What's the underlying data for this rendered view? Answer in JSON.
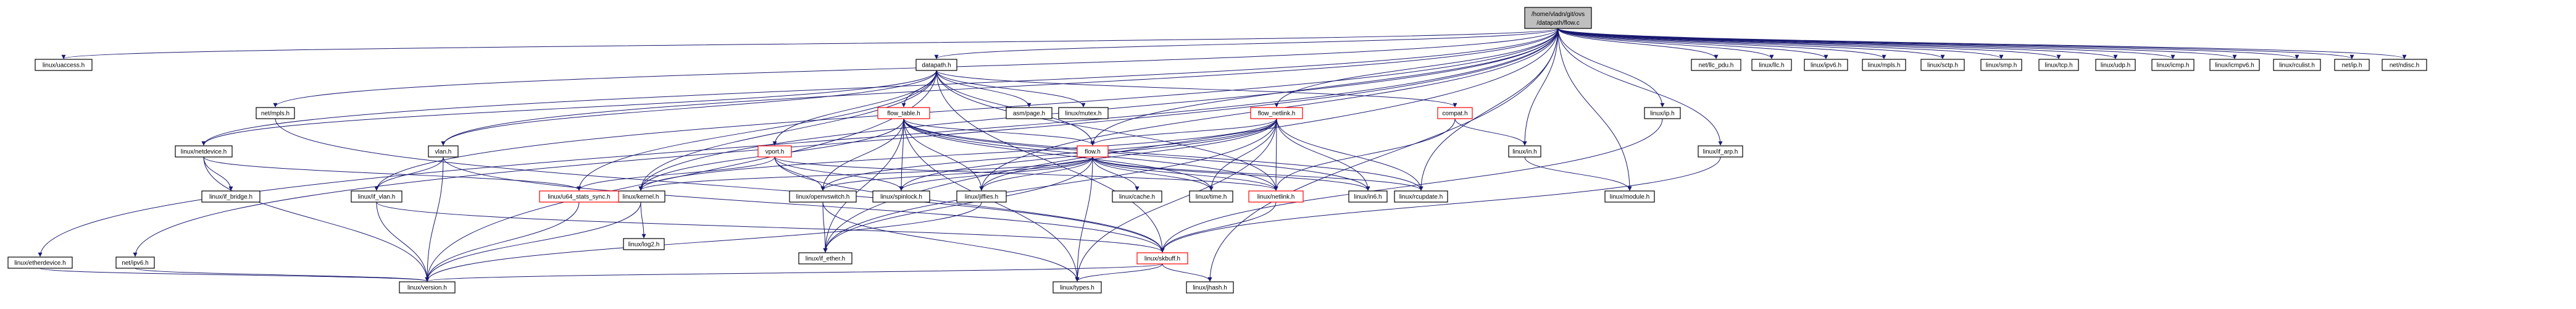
{
  "root": {
    "id": "flow_c",
    "label_lines": [
      "/home/vladn/git/ovs",
      "/datapath/flow.c"
    ]
  },
  "colors": {
    "edge": "#191970",
    "box_border": "#000000",
    "box_border_incomplete": "#ff0000",
    "root_fill": "#bfbfbf"
  },
  "nodes": [
    {
      "id": "uaccess",
      "label": "linux/uaccess.h"
    },
    {
      "id": "netdevice",
      "label": "linux/netdevice.h"
    },
    {
      "id": "etherdevice",
      "label": "linux/etherdevice.h"
    },
    {
      "id": "if_ether",
      "label": "linux/if_ether.h"
    },
    {
      "id": "if_vlan",
      "label": "linux/if_vlan.h"
    },
    {
      "id": "net_llc_pdu",
      "label": "net/llc_pdu.h"
    },
    {
      "id": "kernel",
      "label": "linux/kernel.h"
    },
    {
      "id": "jhash",
      "label": "linux/jhash.h"
    },
    {
      "id": "jiffies",
      "label": "linux/jiffies.h"
    },
    {
      "id": "llc",
      "label": "linux/llc.h"
    },
    {
      "id": "module",
      "label": "linux/module.h"
    },
    {
      "id": "in",
      "label": "linux/in.h"
    },
    {
      "id": "rcupdate",
      "label": "linux/rcupdate.h"
    },
    {
      "id": "if_arp",
      "label": "linux/if_arp.h"
    },
    {
      "id": "ip",
      "label": "linux/ip.h"
    },
    {
      "id": "ipv6",
      "label": "linux/ipv6.h"
    },
    {
      "id": "mpls",
      "label": "linux/mpls.h"
    },
    {
      "id": "sctp",
      "label": "linux/sctp.h"
    },
    {
      "id": "smp",
      "label": "linux/smp.h"
    },
    {
      "id": "tcp",
      "label": "linux/tcp.h"
    },
    {
      "id": "udp",
      "label": "linux/udp.h"
    },
    {
      "id": "icmp",
      "label": "linux/icmp.h"
    },
    {
      "id": "icmpv6",
      "label": "linux/icmpv6.h"
    },
    {
      "id": "rculist",
      "label": "linux/rculist.h"
    },
    {
      "id": "net_ip",
      "label": "net/ip.h"
    },
    {
      "id": "net_ipv6",
      "label": "net/ipv6.h"
    },
    {
      "id": "net_mpls",
      "label": "net/mpls.h"
    },
    {
      "id": "net_ndisc",
      "label": "net/ndisc.h"
    },
    {
      "id": "datapath",
      "label": "datapath.h"
    },
    {
      "id": "flow",
      "label": "flow.h",
      "incomplete": true
    },
    {
      "id": "flow_netlink",
      "label": "flow_netlink.h",
      "incomplete": true
    },
    {
      "id": "vlan",
      "label": "vlan.h"
    },
    {
      "id": "version",
      "label": "linux/version.h"
    },
    {
      "id": "skbuff",
      "label": "linux/skbuff.h",
      "incomplete": true
    },
    {
      "id": "types",
      "label": "linux/types.h"
    },
    {
      "id": "u64_stats_sync",
      "label": "linux/u64_stats_sync.h",
      "incomplete": true
    },
    {
      "id": "if_bridge",
      "label": "linux/if_bridge.h"
    },
    {
      "id": "log2",
      "label": "linux/log2.h"
    },
    {
      "id": "asm_page",
      "label": "asm/page.h"
    },
    {
      "id": "mutex",
      "label": "linux/mutex.h"
    },
    {
      "id": "netlink",
      "label": "linux/netlink.h",
      "incomplete": true
    },
    {
      "id": "openvswitch",
      "label": "linux/openvswitch.h"
    },
    {
      "id": "spinlock",
      "label": "linux/spinlock.h"
    },
    {
      "id": "in6",
      "label": "linux/in6.h"
    },
    {
      "id": "compat",
      "label": "compat.h",
      "incomplete": true
    },
    {
      "id": "flow_table",
      "label": "flow_table.h",
      "incomplete": true
    },
    {
      "id": "vport",
      "label": "vport.h",
      "incomplete": true
    },
    {
      "id": "cache",
      "label": "linux/cache.h"
    },
    {
      "id": "time",
      "label": "linux/time.h"
    }
  ],
  "edges": [
    [
      "flow_c",
      "uaccess"
    ],
    [
      "flow_c",
      "netdevice"
    ],
    [
      "flow_c",
      "etherdevice"
    ],
    [
      "flow_c",
      "if_ether"
    ],
    [
      "flow_c",
      "if_vlan"
    ],
    [
      "flow_c",
      "net_llc_pdu"
    ],
    [
      "flow_c",
      "kernel"
    ],
    [
      "flow_c",
      "jhash"
    ],
    [
      "flow_c",
      "jiffies"
    ],
    [
      "flow_c",
      "llc"
    ],
    [
      "flow_c",
      "module"
    ],
    [
      "flow_c",
      "in"
    ],
    [
      "flow_c",
      "rcupdate"
    ],
    [
      "flow_c",
      "if_arp"
    ],
    [
      "flow_c",
      "ip"
    ],
    [
      "flow_c",
      "ipv6"
    ],
    [
      "flow_c",
      "mpls"
    ],
    [
      "flow_c",
      "sctp"
    ],
    [
      "flow_c",
      "smp"
    ],
    [
      "flow_c",
      "tcp"
    ],
    [
      "flow_c",
      "udp"
    ],
    [
      "flow_c",
      "icmp"
    ],
    [
      "flow_c",
      "icmpv6"
    ],
    [
      "flow_c",
      "rculist"
    ],
    [
      "flow_c",
      "net_ip"
    ],
    [
      "flow_c",
      "net_ipv6"
    ],
    [
      "flow_c",
      "net_mpls"
    ],
    [
      "flow_c",
      "net_ndisc"
    ],
    [
      "flow_c",
      "datapath"
    ],
    [
      "flow_c",
      "flow"
    ],
    [
      "flow_c",
      "flow_netlink"
    ],
    [
      "flow_c",
      "vlan"
    ],
    [
      "netdevice",
      "if_bridge"
    ],
    [
      "netdevice",
      "u64_stats_sync"
    ],
    [
      "netdevice",
      "version"
    ],
    [
      "etherdevice",
      "version"
    ],
    [
      "net_ipv6",
      "version"
    ],
    [
      "net_mpls",
      "skbuff"
    ],
    [
      "if_vlan",
      "version"
    ],
    [
      "if_vlan",
      "skbuff"
    ],
    [
      "kernel",
      "log2"
    ],
    [
      "kernel",
      "version"
    ],
    [
      "in",
      "module"
    ],
    [
      "ip",
      "skbuff"
    ],
    [
      "if_arp",
      "skbuff"
    ],
    [
      "datapath",
      "asm_page"
    ],
    [
      "datapath",
      "mutex"
    ],
    [
      "datapath",
      "netdevice"
    ],
    [
      "datapath",
      "skbuff"
    ],
    [
      "datapath",
      "u64_stats_sync"
    ],
    [
      "datapath",
      "version"
    ],
    [
      "datapath",
      "compat"
    ],
    [
      "datapath",
      "flow"
    ],
    [
      "datapath",
      "flow_table"
    ],
    [
      "datapath",
      "vport"
    ],
    [
      "datapath",
      "vlan"
    ],
    [
      "datapath",
      "kernel"
    ],
    [
      "datapath",
      "netlink"
    ],
    [
      "compat",
      "netlink"
    ],
    [
      "compat",
      "in"
    ],
    [
      "flow_table",
      "kernel"
    ],
    [
      "flow_table",
      "netlink"
    ],
    [
      "flow_table",
      "openvswitch"
    ],
    [
      "flow_table",
      "spinlock"
    ],
    [
      "flow_table",
      "types"
    ],
    [
      "flow_table",
      "rcupdate"
    ],
    [
      "flow_table",
      "if_ether"
    ],
    [
      "flow_table",
      "in6"
    ],
    [
      "flow_table",
      "jiffies"
    ],
    [
      "flow_table",
      "time"
    ],
    [
      "flow_table",
      "flow"
    ],
    [
      "flow_netlink",
      "kernel"
    ],
    [
      "flow_netlink",
      "netlink"
    ],
    [
      "flow_netlink",
      "openvswitch"
    ],
    [
      "flow_netlink",
      "spinlock"
    ],
    [
      "flow_netlink",
      "types"
    ],
    [
      "flow_netlink",
      "rcupdate"
    ],
    [
      "flow_netlink",
      "if_ether"
    ],
    [
      "flow_netlink",
      "in6"
    ],
    [
      "flow_netlink",
      "jiffies"
    ],
    [
      "flow_netlink",
      "time"
    ],
    [
      "flow_netlink",
      "flow"
    ],
    [
      "vport",
      "u64_stats_sync"
    ],
    [
      "vport",
      "netlink"
    ],
    [
      "vport",
      "openvswitch"
    ],
    [
      "vport",
      "spinlock"
    ],
    [
      "vport",
      "skbuff"
    ],
    [
      "flow",
      "cache"
    ],
    [
      "flow",
      "kernel"
    ],
    [
      "flow",
      "netlink"
    ],
    [
      "flow",
      "openvswitch"
    ],
    [
      "flow",
      "spinlock"
    ],
    [
      "flow",
      "types"
    ],
    [
      "flow",
      "rcupdate"
    ],
    [
      "flow",
      "if_ether"
    ],
    [
      "flow",
      "in6"
    ],
    [
      "flow",
      "jiffies"
    ],
    [
      "flow",
      "time"
    ],
    [
      "vlan",
      "if_vlan"
    ],
    [
      "vlan",
      "skbuff"
    ],
    [
      "vlan",
      "version"
    ],
    [
      "openvswitch",
      "types"
    ],
    [
      "openvswitch",
      "if_ether"
    ],
    [
      "jiffies",
      "version"
    ],
    [
      "u64_stats_sync",
      "version"
    ],
    [
      "netlink",
      "skbuff"
    ],
    [
      "skbuff",
      "version"
    ],
    [
      "skbuff",
      "types"
    ],
    [
      "skbuff",
      "jhash"
    ]
  ]
}
